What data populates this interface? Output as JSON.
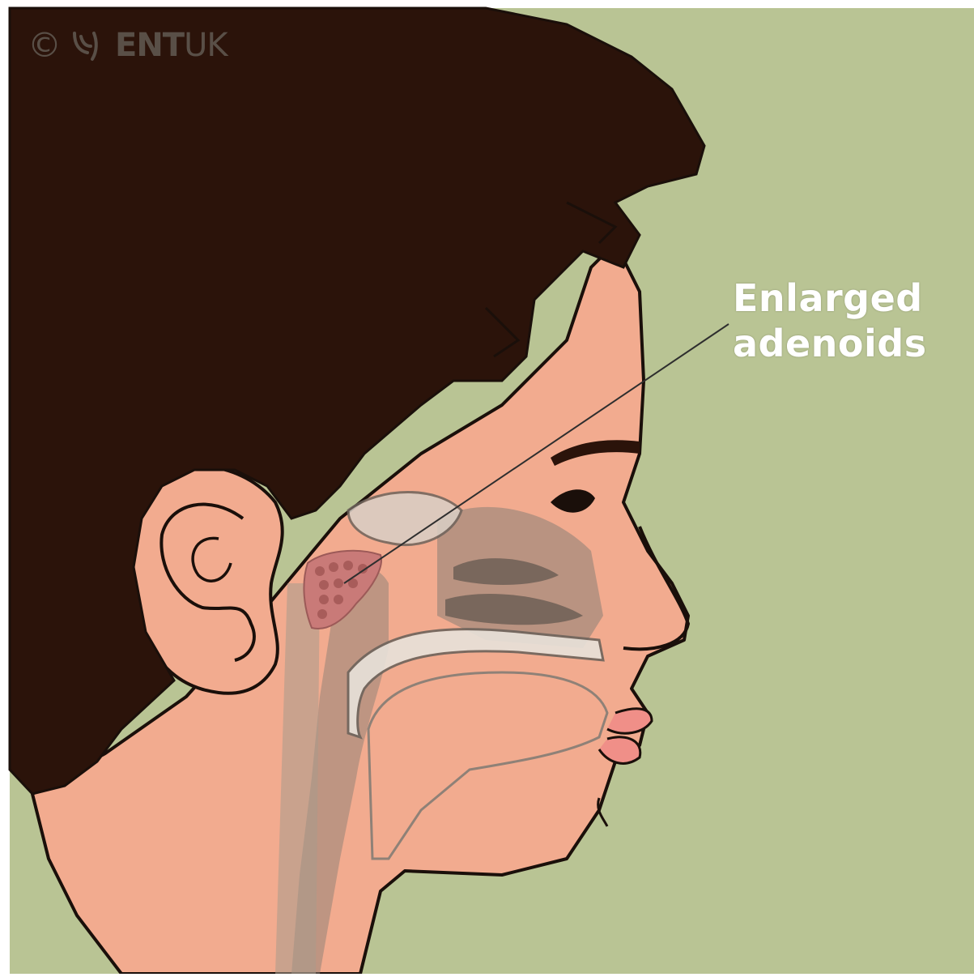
{
  "figure": {
    "callout": {
      "line1": "Enlarged",
      "line2": "adenoids"
    },
    "watermark": {
      "copyright_symbol": "©",
      "brand_bold": "ENT",
      "brand_light": "UK"
    },
    "colors": {
      "background": "#b9c494",
      "skin": "#f2ab8f",
      "hair": "#2b130a",
      "adenoid": "#c97a78",
      "airway_grey": "#8a7f76",
      "outline": "#1a0f0a"
    }
  }
}
